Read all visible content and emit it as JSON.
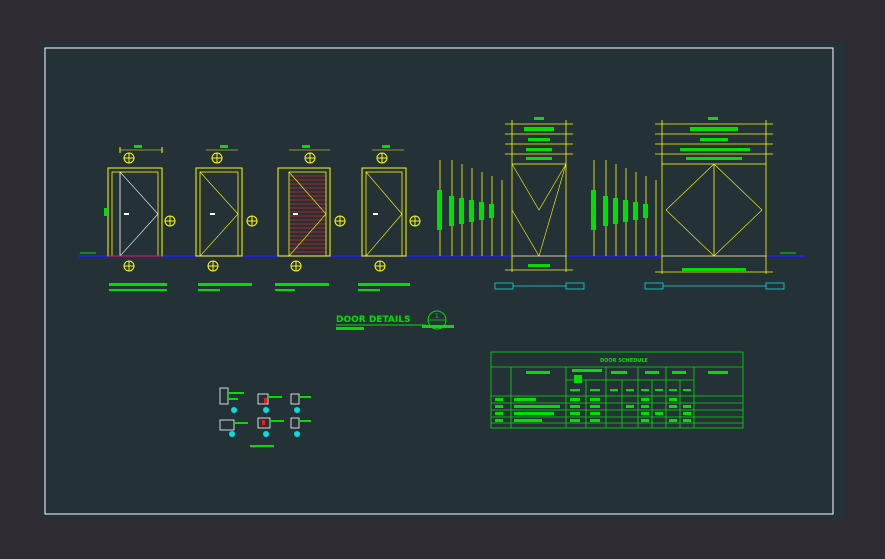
{
  "drawing": {
    "title": "DOOR DETAILS",
    "detail_number": "1",
    "schedule_title": "DOOR SCHEDULE",
    "door_elevations": [
      "door-1",
      "door-2",
      "door-3",
      "door-4"
    ],
    "double_door_elevations": [
      "double-door-1",
      "double-door-2"
    ]
  },
  "colors": {
    "background": "#2f2b32",
    "sheet": "#243238",
    "border": "#ffffff",
    "linework": "#ffff00",
    "annotation": "#00e000",
    "hatch": "#e02020",
    "ground": "#2020ff",
    "section": "#00e0e0",
    "door_leaf": "#ffffff"
  },
  "icons": {
    "tag": "door-tag-icon",
    "section_mark": "section-marker-icon"
  }
}
